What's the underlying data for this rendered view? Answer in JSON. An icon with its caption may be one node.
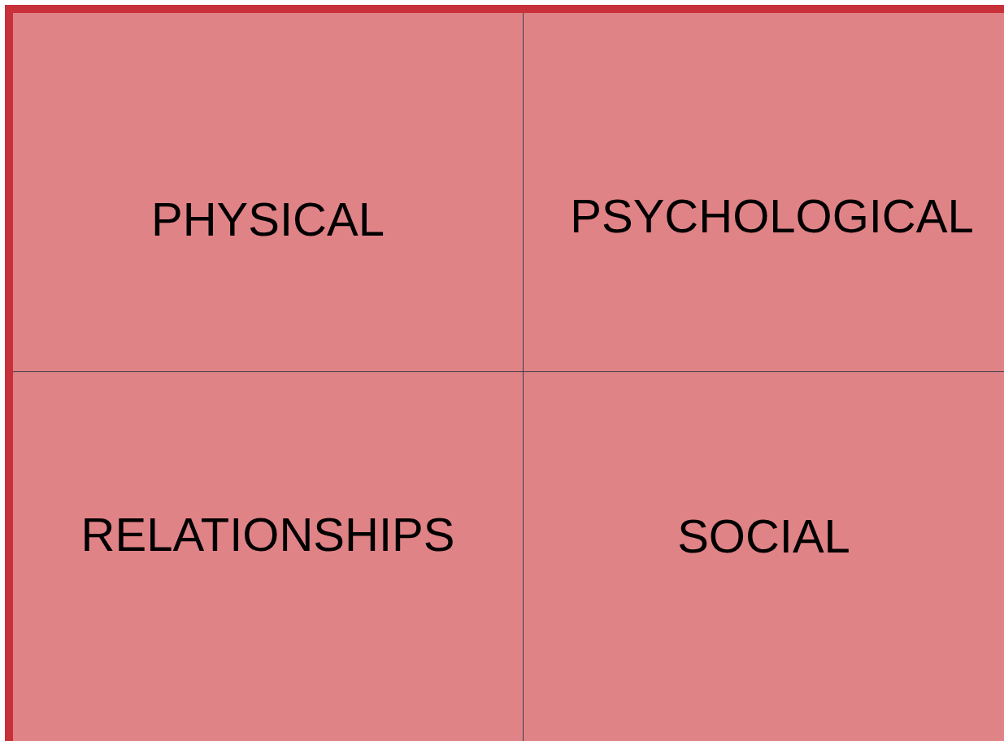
{
  "diagram": {
    "nodes": [
      {
        "text": [
          "PHYSICAL"
        ]
      },
      {
        "text": [
          "PSYCHOLOGICAL"
        ]
      },
      {
        "text": [
          "RELATIONSHIPS"
        ]
      },
      {
        "text": [
          "SOCIAL"
        ]
      }
    ]
  }
}
